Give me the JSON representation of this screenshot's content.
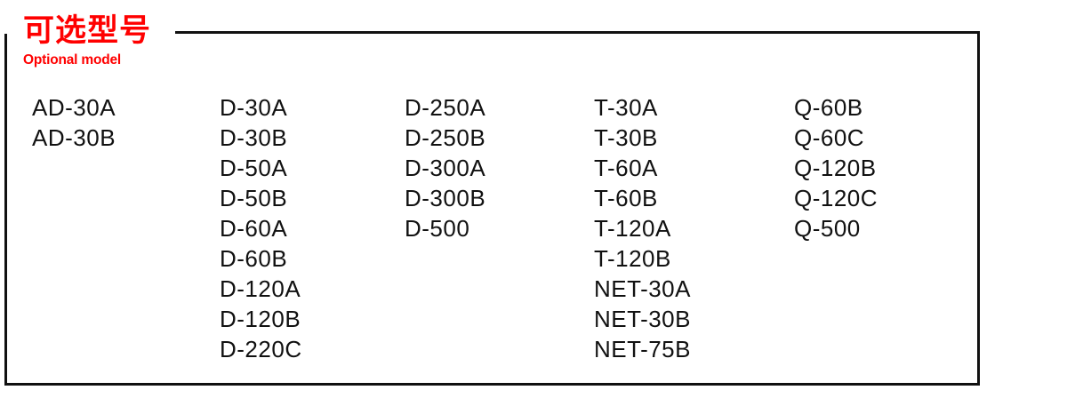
{
  "panel": {
    "heading_cn": "可选型号",
    "heading_en": "Optional model",
    "heading_color": "#ff0000",
    "border_color": "#111111",
    "text_color": "#111111",
    "background": "#ffffff"
  },
  "columns": [
    {
      "name": "ad-series",
      "items": [
        "AD-30A",
        "AD-30B"
      ]
    },
    {
      "name": "d-series-low",
      "items": [
        "D-30A",
        "D-30B",
        "D-50A",
        "D-50B",
        "D-60A",
        "D-60B",
        "D-120A",
        "D-120B",
        "D-220C"
      ]
    },
    {
      "name": "d-series-high",
      "items": [
        "D-250A",
        "D-250B",
        "D-300A",
        "D-300B",
        "D-500"
      ]
    },
    {
      "name": "t-and-net-series",
      "items": [
        "T-30A",
        "T-30B",
        "T-60A",
        "T-60B",
        "T-120A",
        "T-120B",
        "NET-30A",
        "NET-30B",
        "NET-75B"
      ]
    },
    {
      "name": "q-series",
      "items": [
        "Q-60B",
        "Q-60C",
        "Q-120B",
        "Q-120C",
        "Q-500"
      ]
    }
  ]
}
